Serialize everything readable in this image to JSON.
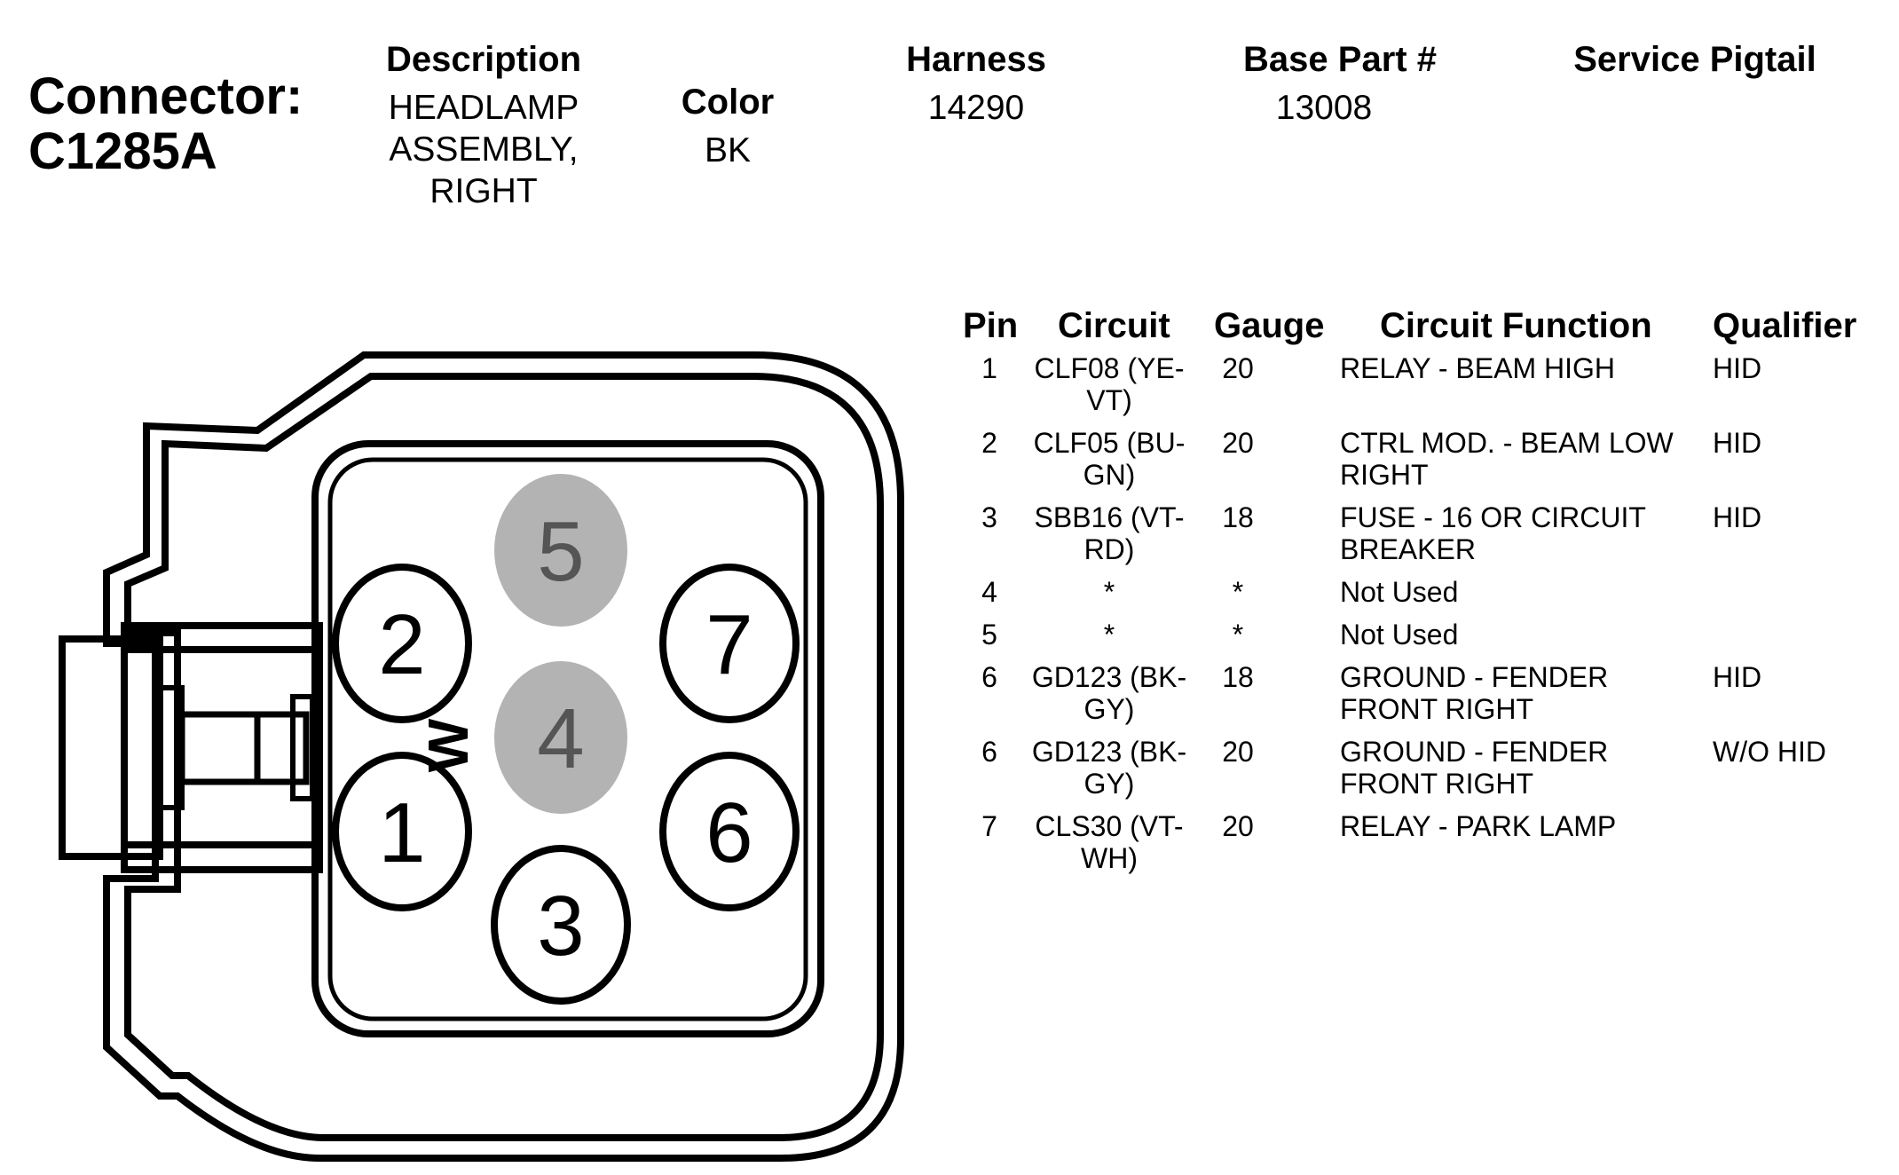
{
  "connector": {
    "label": "Connector:",
    "id": "C1285A"
  },
  "header": {
    "description": {
      "label": "Description",
      "lines": [
        "HEADLAMP",
        "ASSEMBLY,",
        "RIGHT"
      ]
    },
    "color": {
      "label": "Color",
      "value": "BK"
    },
    "harness": {
      "label": "Harness",
      "value": "14290"
    },
    "base_part": {
      "label": "Base Part #",
      "value": "13008"
    },
    "service_pigtail": {
      "label": "Service Pigtail",
      "value": ""
    }
  },
  "table": {
    "headers": [
      "Pin",
      "Circuit",
      "Gauge",
      "Circuit Function",
      "Qualifier"
    ],
    "rows": [
      {
        "pin": "1",
        "circuit": [
          "CLF08 (YE-",
          "VT)"
        ],
        "gauge": "20",
        "function": [
          "RELAY - BEAM HIGH"
        ],
        "qualifier": "HID"
      },
      {
        "pin": "2",
        "circuit": [
          "CLF05 (BU-",
          "GN)"
        ],
        "gauge": "20",
        "function": [
          "CTRL MOD. - BEAM LOW",
          "RIGHT"
        ],
        "qualifier": "HID"
      },
      {
        "pin": "3",
        "circuit": [
          "SBB16 (VT-",
          "RD)"
        ],
        "gauge": "18",
        "function": [
          "FUSE - 16 OR CIRCUIT",
          "BREAKER"
        ],
        "qualifier": "HID"
      },
      {
        "pin": "4",
        "circuit": [
          "*"
        ],
        "gauge": "*",
        "function": [
          "Not Used"
        ],
        "qualifier": ""
      },
      {
        "pin": "5",
        "circuit": [
          "*"
        ],
        "gauge": "*",
        "function": [
          "Not Used"
        ],
        "qualifier": ""
      },
      {
        "pin": "6",
        "circuit": [
          "GD123 (BK-",
          "GY)"
        ],
        "gauge": "18",
        "function": [
          "GROUND - FENDER",
          "FRONT RIGHT"
        ],
        "qualifier": "HID"
      },
      {
        "pin": "6",
        "circuit": [
          "GD123 (BK-",
          "GY)"
        ],
        "gauge": "20",
        "function": [
          "GROUND - FENDER",
          "FRONT RIGHT"
        ],
        "qualifier": "W/O HID"
      },
      {
        "pin": "7",
        "circuit": [
          "CLS30 (VT-",
          "WH)"
        ],
        "gauge": "20",
        "function": [
          "RELAY - PARK LAMP"
        ],
        "qualifier": ""
      }
    ]
  },
  "diagram": {
    "pins": [
      {
        "label": "1",
        "state": "used"
      },
      {
        "label": "2",
        "state": "used"
      },
      {
        "label": "3",
        "state": "used"
      },
      {
        "label": "4",
        "state": "not-used"
      },
      {
        "label": "5",
        "state": "not-used"
      },
      {
        "label": "6",
        "state": "used"
      },
      {
        "label": "7",
        "state": "used"
      }
    ],
    "marker": "W",
    "colors": {
      "outline": "#000000",
      "unused_fill": "#b3b3b3",
      "unused_text": "#555555",
      "pin_fill": "#ffffff"
    }
  }
}
